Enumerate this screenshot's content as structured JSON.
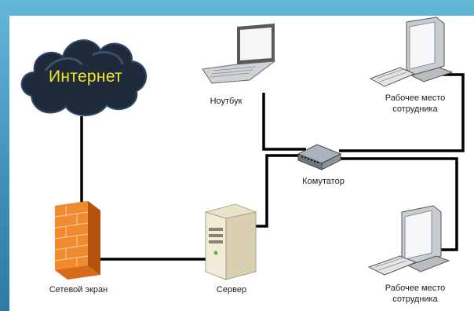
{
  "nodes": {
    "internet": {
      "label": "Интернет",
      "icon": "cloud-icon"
    },
    "laptop": {
      "label": "Ноутбук",
      "icon": "laptop-icon"
    },
    "workstation_top": {
      "label": "Рабочее место\nсотрудника",
      "icon": "desktop-computer-icon"
    },
    "switch": {
      "label": "Комутатор",
      "icon": "network-switch-icon"
    },
    "firewall": {
      "label": "Сетевой экран",
      "icon": "firewall-icon"
    },
    "server": {
      "label": "Сервер",
      "icon": "server-icon"
    },
    "workstation_bottom": {
      "label": "Рабочее место\nсотрудника",
      "icon": "desktop-computer-icon"
    }
  },
  "colors": {
    "frame": "#4fa3c7",
    "cloud": "#1f2a3a",
    "cloud_text": "#f3e81e",
    "firewall": "#e8731f",
    "lines": "#000000"
  }
}
